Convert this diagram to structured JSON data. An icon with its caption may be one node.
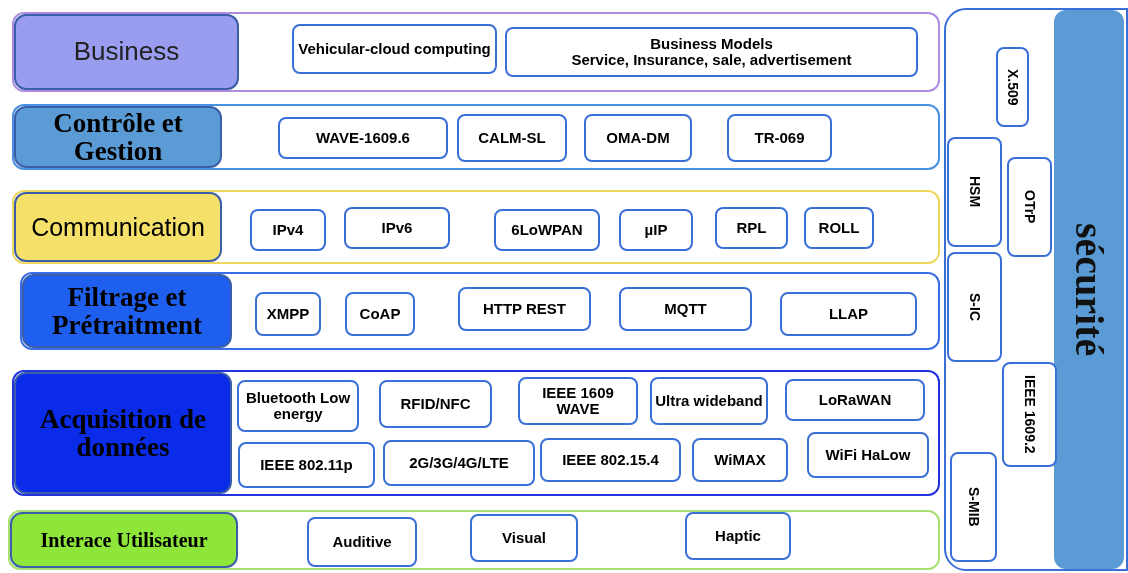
{
  "diagram": {
    "nodes": [
      {
        "text": [
          "Business"
        ]
      },
      {
        "text": [
          "Vehicular-cloud computing"
        ],
        "in": 0
      },
      {
        "text": [
          "Business Models",
          "Service, Insurance, sale, advertisement"
        ],
        "in": 0
      },
      {
        "text": [
          "Contrôle et Gestion"
        ]
      },
      {
        "text": [
          "WAVE-1609.6"
        ],
        "in": 3
      },
      {
        "text": [
          "CALM-SL"
        ],
        "in": 3
      },
      {
        "text": [
          "OMA-DM"
        ],
        "in": 3
      },
      {
        "text": [
          "TR-069"
        ],
        "in": 3
      },
      {
        "text": [
          "Communication"
        ]
      },
      {
        "text": [
          "IPv4"
        ],
        "in": 8
      },
      {
        "text": [
          "IPv6"
        ],
        "in": 8
      },
      {
        "text": [
          "6LoWPAN"
        ],
        "in": 8
      },
      {
        "text": [
          "µIP"
        ],
        "in": 8
      },
      {
        "text": [
          "RPL"
        ],
        "in": 8
      },
      {
        "text": [
          "ROLL"
        ],
        "in": 8
      },
      {
        "text": [
          "Filtrage et Prétraitment"
        ]
      },
      {
        "text": [
          "XMPP"
        ],
        "in": 15
      },
      {
        "text": [
          "CoAP"
        ],
        "in": 15
      },
      {
        "text": [
          "HTTP REST"
        ],
        "in": 15
      },
      {
        "text": [
          "MQTT"
        ],
        "in": 15
      },
      {
        "text": [
          "LLAP"
        ],
        "in": 15
      },
      {
        "text": [
          "Acquisition de données"
        ]
      },
      {
        "text": [
          "Bluetooth Low energy"
        ],
        "in": 21
      },
      {
        "text": [
          "RFID/NFC"
        ],
        "in": 21
      },
      {
        "text": [
          "IEEE 1609 WAVE"
        ],
        "in": 21
      },
      {
        "text": [
          "Ultra wideband"
        ],
        "in": 21
      },
      {
        "text": [
          "LoRaWAN"
        ],
        "in": 21
      },
      {
        "text": [
          "IEEE 802.11p"
        ],
        "in": 21
      },
      {
        "text": [
          "2G/3G/4G/LTE"
        ],
        "in": 21
      },
      {
        "text": [
          "IEEE 802.15.4"
        ],
        "in": 21
      },
      {
        "text": [
          "WiMAX"
        ],
        "in": 21
      },
      {
        "text": [
          "WiFi HaLow"
        ],
        "in": 21
      },
      {
        "text": [
          "Interace Utilisateur"
        ]
      },
      {
        "text": [
          "Auditive"
        ],
        "in": 32
      },
      {
        "text": [
          "Visual"
        ],
        "in": 32
      },
      {
        "text": [
          "Haptic"
        ],
        "in": 32
      },
      {
        "text": [
          "sécurité"
        ]
      },
      {
        "text": [
          "X.509"
        ],
        "in": 36
      },
      {
        "text": [
          "HSM"
        ],
        "in": 36
      },
      {
        "text": [
          "OTrP"
        ],
        "in": 36
      },
      {
        "text": [
          "S-IC"
        ],
        "in": 36
      },
      {
        "text": [
          "IEEE 1609.2"
        ],
        "in": 36
      },
      {
        "text": [
          "S-MIB"
        ],
        "in": 36
      }
    ],
    "edges": []
  }
}
